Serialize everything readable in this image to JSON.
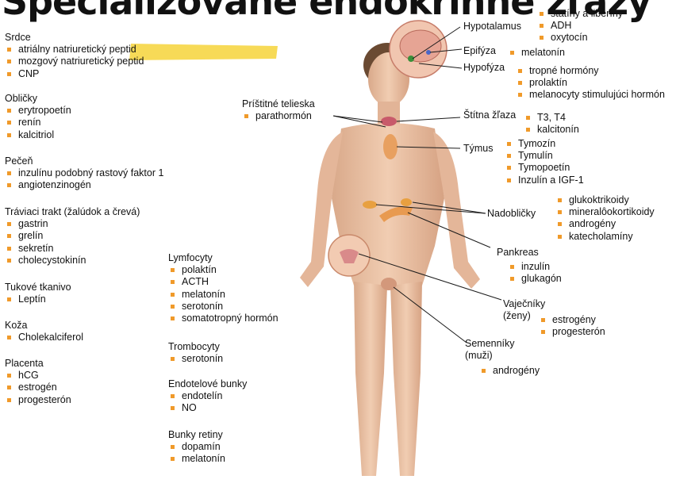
{
  "title": "Špecializované endokrinné žľazy",
  "accent_color": "#f09a2a",
  "highlight_color": "#f6d33a",
  "left": {
    "heart": {
      "heading": "Srdce",
      "items": [
        "atriálny natriuretický peptid",
        "mozgový natriuretický peptid",
        "CNP"
      ]
    },
    "kidneys": {
      "heading": "Obličky",
      "items": [
        "erytropoetín",
        "renín",
        "kalcitriol"
      ]
    },
    "liver": {
      "heading": "Pečeň",
      "items": [
        "inzulínu podobný rastový faktor 1",
        "angiotenzinogén"
      ]
    },
    "gut": {
      "heading": "Tráviaci trakt (žalúdok a črevá)",
      "items": [
        "gastrin",
        "grelín",
        "sekretín",
        "cholecystokinín"
      ]
    },
    "fat": {
      "heading": "Tukové tkanivo",
      "items": [
        "Leptín"
      ]
    },
    "skin": {
      "heading": "Koža",
      "items": [
        "Cholekalciferol"
      ]
    },
    "placenta": {
      "heading": "Placenta",
      "items": [
        "hCG",
        "estrogén",
        "progesterón"
      ]
    }
  },
  "middle": {
    "lymphocytes": {
      "heading": "Lymfocyty",
      "items": [
        "polaktín",
        "ACTH",
        "melatonín",
        "serotonín",
        "somatotropný hormón"
      ]
    },
    "platelets": {
      "heading": "Trombocyty",
      "items": [
        "serotonín"
      ]
    },
    "endothelial": {
      "heading": "Endotelové bunky",
      "items": [
        "endotelín",
        "NO"
      ]
    },
    "retina": {
      "heading": "Bunky retiny",
      "items": [
        "dopamín",
        "melatonín"
      ]
    }
  },
  "body": {
    "parathyroid": {
      "heading": "Príštitné telieska",
      "items": [
        "parathormón"
      ]
    },
    "hypothalamus": {
      "heading": "Hypotalamus",
      "items": [
        "statíny a liberíny",
        "ADH",
        "oxytocín"
      ]
    },
    "pineal": {
      "heading": "Epifýza",
      "items": [
        "melatonín"
      ]
    },
    "pituitary": {
      "heading": "Hypofýza",
      "items": [
        "tropné hormóny",
        "prolaktín",
        "melanocyty stimulujúci hormón"
      ]
    },
    "thyroid": {
      "heading": "Štítna žľaza",
      "items": [
        "T3, T4",
        "kalcitonín"
      ]
    },
    "thymus": {
      "heading": "Týmus",
      "items": [
        "Tymozín",
        "Tymulín",
        "Tymopoetín",
        "Inzulín a IGF-1"
      ]
    },
    "adrenal": {
      "heading": "Nadobličky",
      "items": [
        "glukoktrikoidy",
        "mineralôokortikoidy",
        "androgény",
        "katecholamíny"
      ]
    },
    "pancreas": {
      "heading": "Pankreas",
      "items": [
        "inzulín",
        "glukagón"
      ]
    },
    "ovaries": {
      "heading": "Vaječníky",
      "sub": "(ženy)",
      "items": [
        "estrogény",
        "progesterón"
      ]
    },
    "testes": {
      "heading": "Semenníky",
      "sub": "(muži)",
      "items": [
        "androgény"
      ]
    }
  }
}
